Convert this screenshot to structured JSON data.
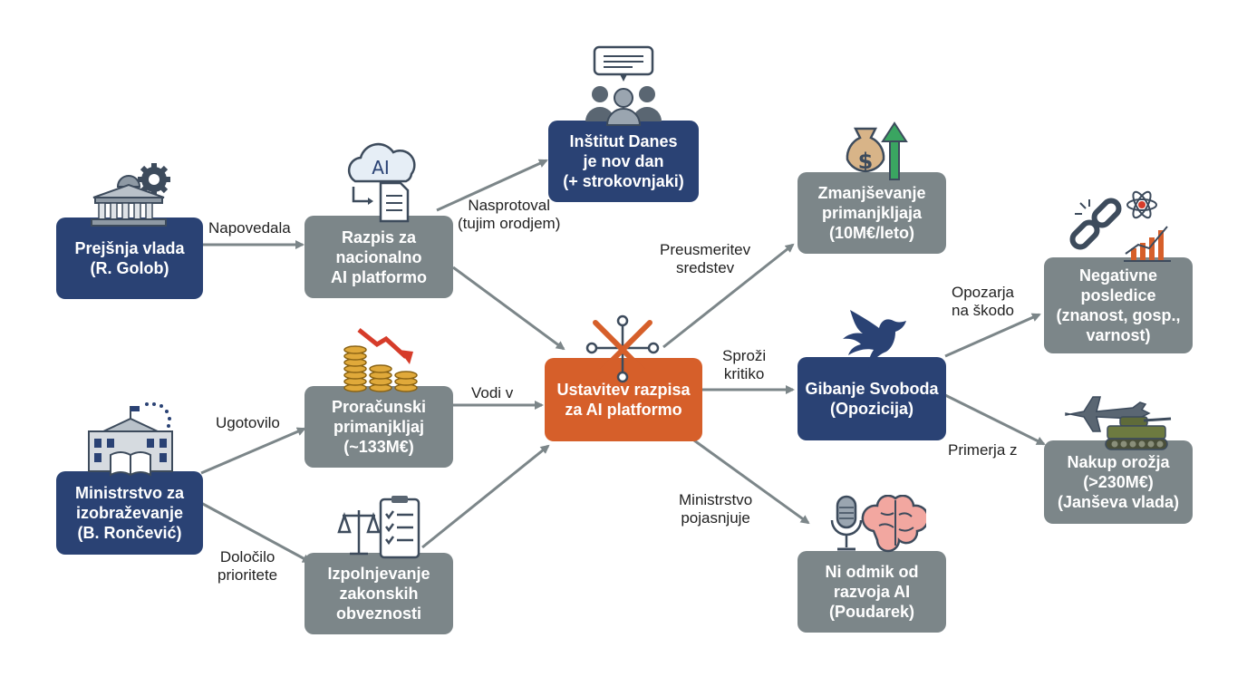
{
  "colors": {
    "navy": "#2a4274",
    "grey": "#7c8689",
    "orange": "#d65f2a",
    "edge": "#7c8689"
  },
  "nodes": {
    "prejsnja_vlada": "Prejšnja vlada\n(R. Golob)",
    "ministrstvo": "Ministrstvo za\nizobraževanje\n(B. Rončević)",
    "razpis": "Razpis za\nnacionalno\nAI platformo",
    "institut": "Inštitut Danes\nje nov dan\n(+ strokovnjaki)",
    "proracunski": "Proračunski\nprimanjkljaj\n(~133M€)",
    "izpolnjevanje": "Izpolnjevanje\nzakonskih\nobveznosti",
    "ustavitev": "Ustavitev razpisa\nza AI platformo",
    "zmanjsevanje": "Zmanjševanje\nprimanjkljaja\n(10M€/leto)",
    "gibanje": "Gibanje Svoboda\n(Opozicija)",
    "ni_odmik": "Ni odmik od\nrazvoja AI\n(Poudarek)",
    "negativne": "Negativne\nposledice\n(znanost, gosp.,\nvarnost)",
    "nakup": "Nakup orožja\n(>230M€)\n(Janševa vlada)"
  },
  "edge_labels": {
    "napovedala": "Napovedala",
    "nasprotoval": "Nasprotoval\n(tujim orodjem)",
    "ugotovilo": "Ugotovilo",
    "dolocilo": "Določilo\nprioritete",
    "vodi_v": "Vodi v",
    "preusmeritev": "Preusmeritev\nsredstev",
    "sprozi": "Sproži\nkritiko",
    "ministrstvo_pojasnjuje": "Ministrstvo\npojasnjuje",
    "opozarja": "Opozarja\nna škodo",
    "primerja": "Primerja z"
  },
  "icons": {
    "government_building": "government-building-gear-icon",
    "ministry_building": "ministry-building-book-icon",
    "ai_cloud": "ai-cloud-document-icon",
    "discussion": "people-speech-bubble-icon",
    "coins_down": "coins-downward-arrow-icon",
    "law_checklist": "scales-checklist-icon",
    "network_cross": "network-cross-icon",
    "money_up": "money-bag-up-arrow-icon",
    "bird_logo": "svoboda-bird-logo",
    "broken_chain": "broken-chain-atom-chart-icon",
    "military": "jet-tank-icon",
    "mic_brain": "microphone-brain-icon",
    "ai_text": "AI",
    "dollar_sign": "$"
  }
}
